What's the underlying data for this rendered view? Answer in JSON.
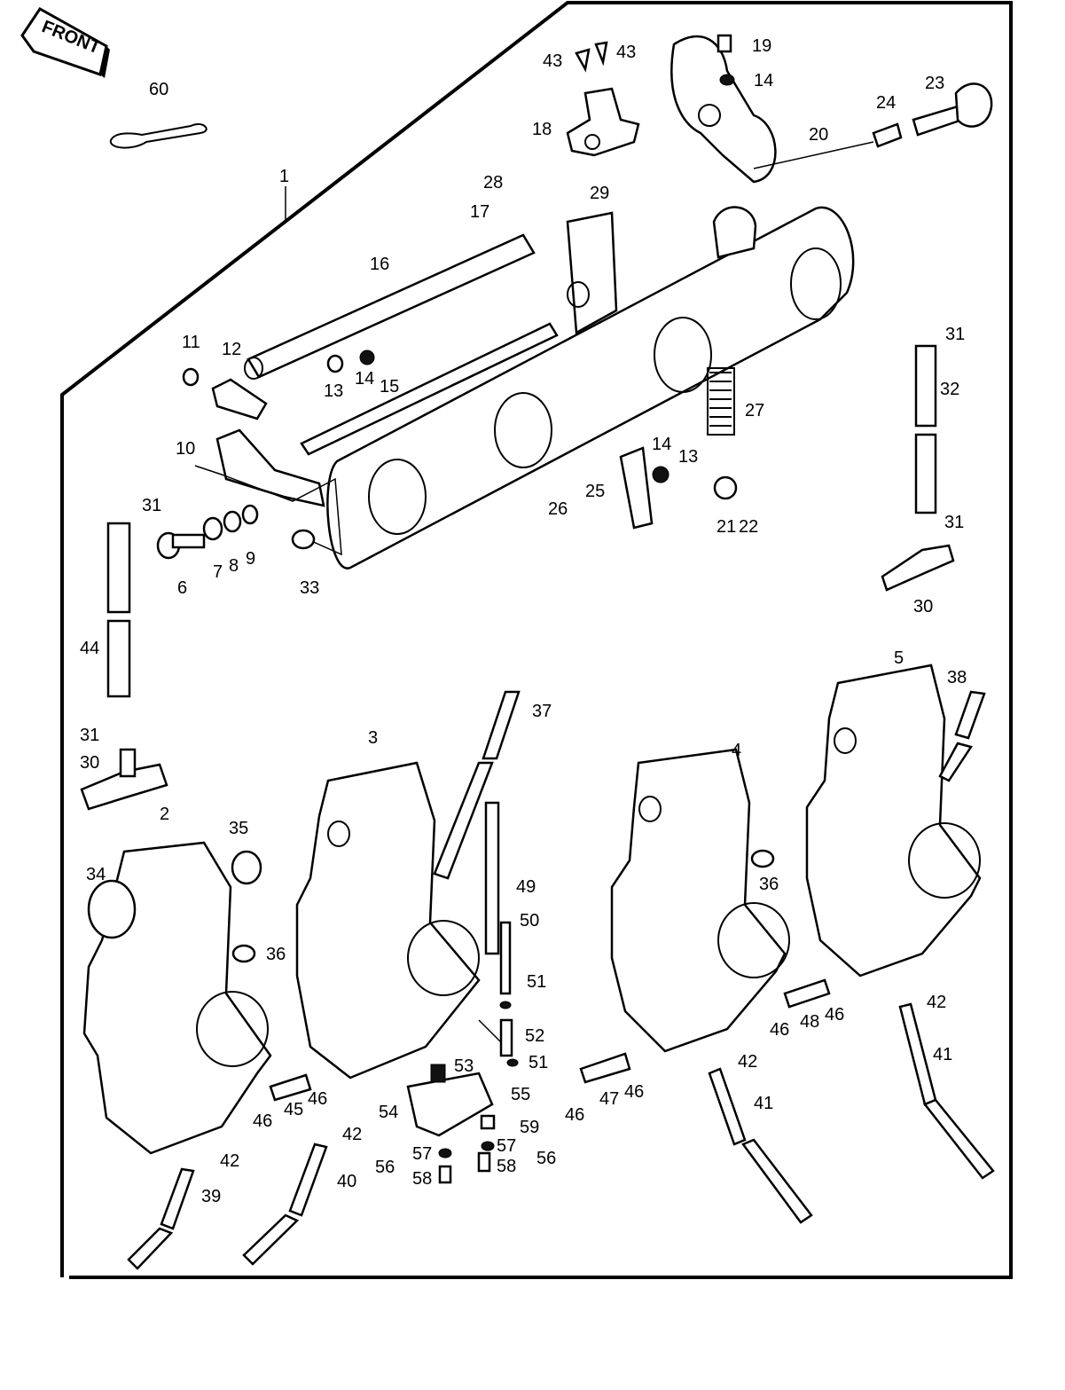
{
  "direction_badge": "FRONT",
  "callouts": [
    {
      "id": "c60",
      "text": "60"
    },
    {
      "id": "c1",
      "text": "1"
    },
    {
      "id": "c43a",
      "text": "43"
    },
    {
      "id": "c43b",
      "text": "43"
    },
    {
      "id": "c19",
      "text": "19"
    },
    {
      "id": "c14a",
      "text": "14"
    },
    {
      "id": "c18",
      "text": "18"
    },
    {
      "id": "c20",
      "text": "20"
    },
    {
      "id": "c24",
      "text": "24"
    },
    {
      "id": "c23",
      "text": "23"
    },
    {
      "id": "c28",
      "text": "28"
    },
    {
      "id": "c29",
      "text": "29"
    },
    {
      "id": "c17",
      "text": "17"
    },
    {
      "id": "c16",
      "text": "16"
    },
    {
      "id": "c11",
      "text": "11"
    },
    {
      "id": "c12",
      "text": "12"
    },
    {
      "id": "c13a",
      "text": "13"
    },
    {
      "id": "c14b",
      "text": "14"
    },
    {
      "id": "c15",
      "text": "15"
    },
    {
      "id": "c31a",
      "text": "31"
    },
    {
      "id": "c32",
      "text": "32"
    },
    {
      "id": "c27",
      "text": "27"
    },
    {
      "id": "c10",
      "text": "10"
    },
    {
      "id": "c14c",
      "text": "14"
    },
    {
      "id": "c13b",
      "text": "13"
    },
    {
      "id": "c25",
      "text": "25"
    },
    {
      "id": "c26",
      "text": "26"
    },
    {
      "id": "c21",
      "text": "21"
    },
    {
      "id": "c22",
      "text": "22"
    },
    {
      "id": "c31b",
      "text": "31"
    },
    {
      "id": "c31c",
      "text": "31"
    },
    {
      "id": "c30a",
      "text": "30"
    },
    {
      "id": "c6",
      "text": "6"
    },
    {
      "id": "c7",
      "text": "7"
    },
    {
      "id": "c8",
      "text": "8"
    },
    {
      "id": "c9",
      "text": "9"
    },
    {
      "id": "c33",
      "text": "33"
    },
    {
      "id": "c44",
      "text": "44"
    },
    {
      "id": "c5",
      "text": "5"
    },
    {
      "id": "c38",
      "text": "38"
    },
    {
      "id": "c37",
      "text": "37"
    },
    {
      "id": "c3",
      "text": "3"
    },
    {
      "id": "c4",
      "text": "4"
    },
    {
      "id": "c31d",
      "text": "31"
    },
    {
      "id": "c30b",
      "text": "30"
    },
    {
      "id": "c2",
      "text": "2"
    },
    {
      "id": "c35",
      "text": "35"
    },
    {
      "id": "c34",
      "text": "34"
    },
    {
      "id": "c49",
      "text": "49"
    },
    {
      "id": "c36a",
      "text": "36"
    },
    {
      "id": "c36b",
      "text": "36"
    },
    {
      "id": "c50",
      "text": "50"
    },
    {
      "id": "c51a",
      "text": "51"
    },
    {
      "id": "c52",
      "text": "52"
    },
    {
      "id": "c51b",
      "text": "51"
    },
    {
      "id": "c53",
      "text": "53"
    },
    {
      "id": "c55",
      "text": "55"
    },
    {
      "id": "c54",
      "text": "54"
    },
    {
      "id": "c59",
      "text": "59"
    },
    {
      "id": "c57a",
      "text": "57"
    },
    {
      "id": "c57b",
      "text": "57"
    },
    {
      "id": "c56a",
      "text": "56"
    },
    {
      "id": "c56b",
      "text": "56"
    },
    {
      "id": "c58a",
      "text": "58"
    },
    {
      "id": "c58b",
      "text": "58"
    },
    {
      "id": "c42a",
      "text": "42"
    },
    {
      "id": "c42b",
      "text": "42"
    },
    {
      "id": "c42c",
      "text": "42"
    },
    {
      "id": "c42d",
      "text": "42"
    },
    {
      "id": "c39",
      "text": "39"
    },
    {
      "id": "c40",
      "text": "40"
    },
    {
      "id": "c41a",
      "text": "41"
    },
    {
      "id": "c41b",
      "text": "41"
    },
    {
      "id": "c46a",
      "text": "46"
    },
    {
      "id": "c45",
      "text": "45"
    },
    {
      "id": "c46b",
      "text": "46"
    },
    {
      "id": "c46c",
      "text": "46"
    },
    {
      "id": "c47",
      "text": "47"
    },
    {
      "id": "c46d",
      "text": "46"
    },
    {
      "id": "c46e",
      "text": "46"
    },
    {
      "id": "c48",
      "text": "48"
    },
    {
      "id": "c46f",
      "text": "46"
    }
  ]
}
